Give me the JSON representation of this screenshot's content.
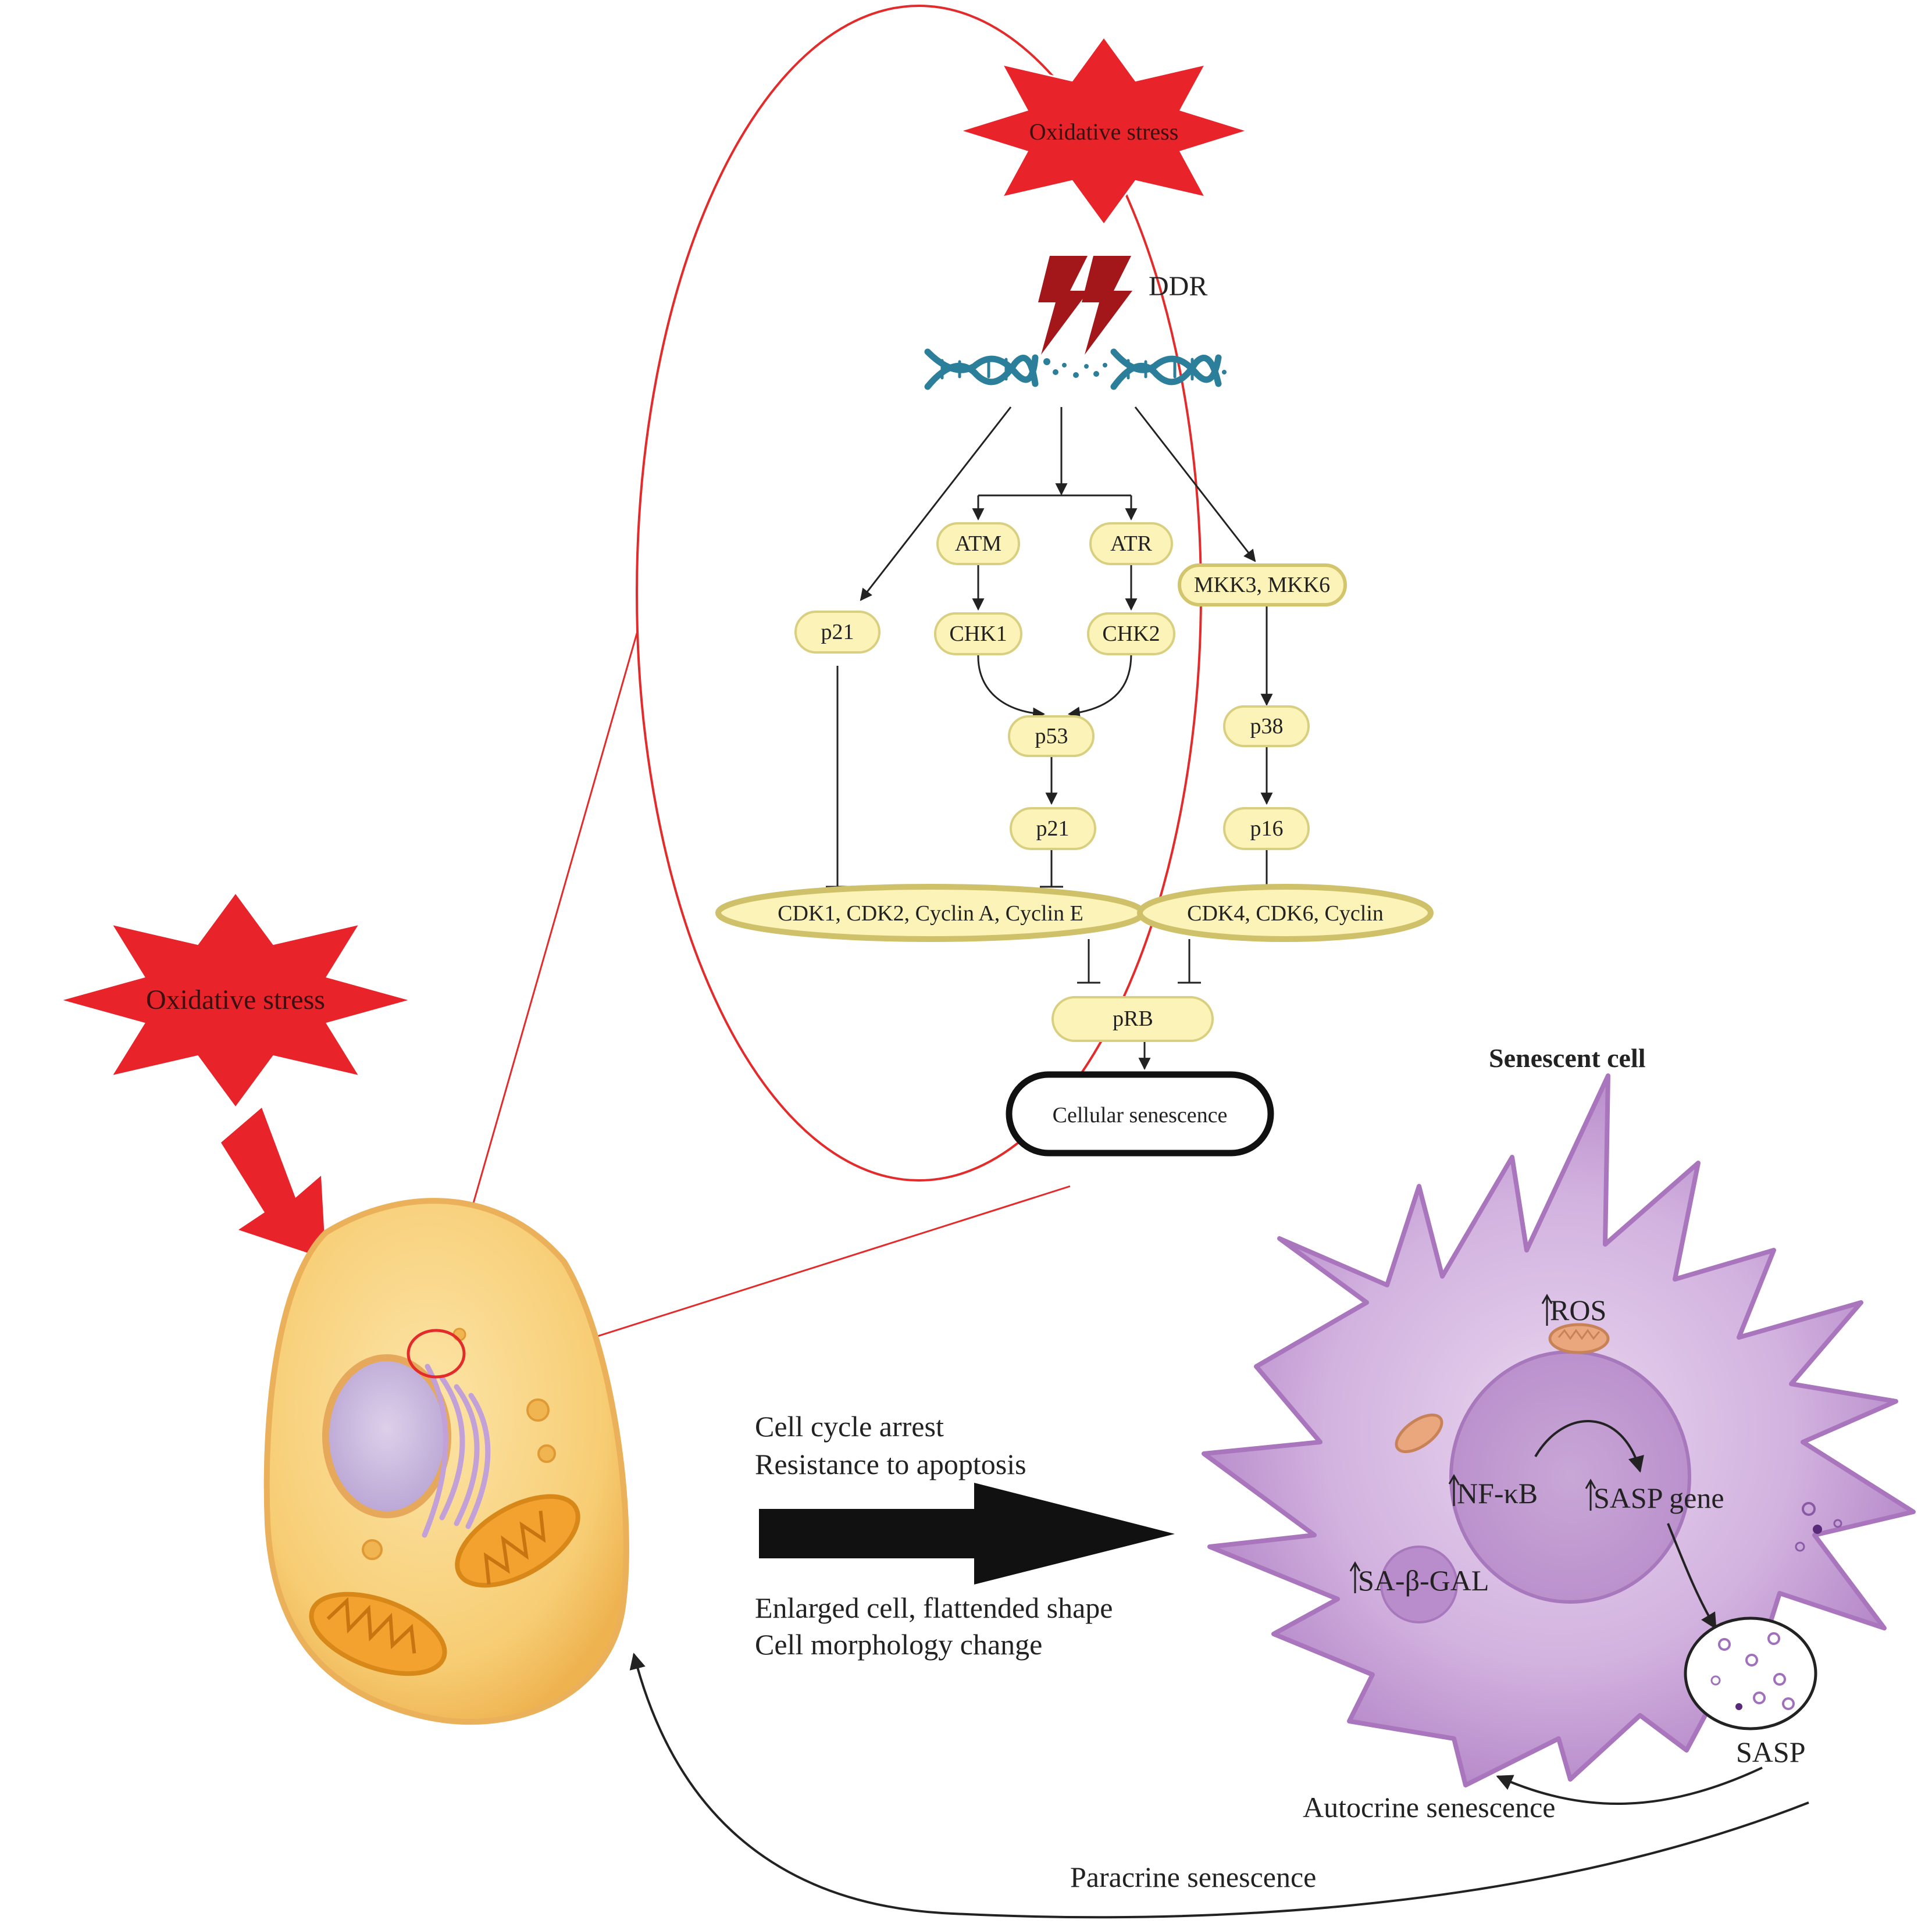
{
  "stress_labels": {
    "top": "Oxidative stress",
    "left": "Oxidative stress"
  },
  "pathway": {
    "ddr": "DDR",
    "nodes": {
      "atm": "ATM",
      "atr": "ATR",
      "chk1": "CHK1",
      "chk2": "CHK2",
      "p21_left": "p21",
      "p53": "p53",
      "p21_mid": "p21",
      "mkk": "MKK3, MKK6",
      "p38": "p38",
      "p16": "p16",
      "cdk_left": "CDK1, CDK2, Cyclin A, Cyclin E",
      "cdk_right": "CDK4, CDK6, Cyclin",
      "prb": "pRB",
      "senescence": "Cellular senescence"
    }
  },
  "transition": {
    "line1": "Cell cycle arrest",
    "line2": "Resistance to apoptosis",
    "line3": "Enlarged cell, flattended shape",
    "line4": "Cell morphology change"
  },
  "senescent_cell": {
    "title": "Senescent cell",
    "ros": "ROS",
    "nfkb": "NF-κB",
    "sasp_gene": "SASP gene",
    "sa_beta_gal": "SA-β-GAL",
    "sasp": "SASP",
    "autocrine": "Autocrine senescence",
    "paracrine": "Paracrine senescence"
  },
  "colors": {
    "star_red": "#e8232a",
    "zoom_line": "#e32b2b",
    "node_fill": "#fbf3b8",
    "node_stroke": "#d9cf80",
    "cell_body": "#f9d27a",
    "nucleus": "#c6b5dc",
    "senescent_purple": "#b989c9",
    "dna_blue": "#2c7f9a",
    "bolt_red": "#a3171b"
  }
}
